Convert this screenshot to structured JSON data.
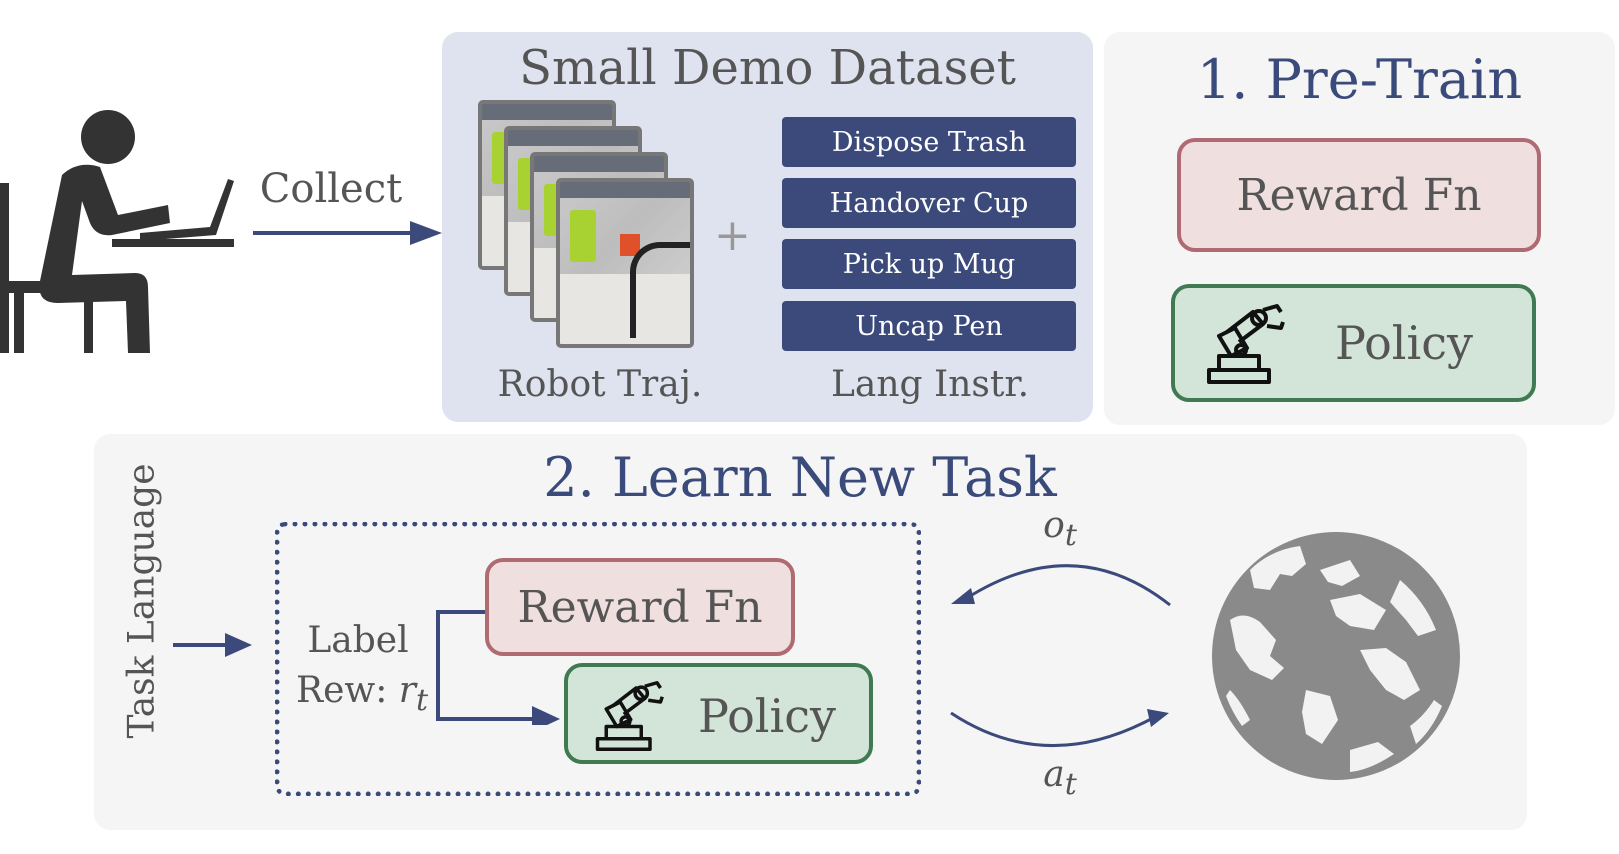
{
  "dataset": {
    "title": "Small Demo Dataset",
    "robot_traj_label": "Robot Traj.",
    "lang_instr_label": "Lang Instr.",
    "plus": "+",
    "instructions": [
      "Dispose Trash",
      "Handover Cup",
      "Pick up Mug",
      "Uncap Pen"
    ]
  },
  "collect": {
    "label": "Collect"
  },
  "pretrain": {
    "title": "1. Pre-Train",
    "reward_label": "Reward Fn",
    "policy_label": "Policy"
  },
  "learn": {
    "title": "2. Learn New Task",
    "task_language": "Task Language",
    "label_line1": "Label",
    "label_line2": "Rew: ",
    "label_var": "r",
    "label_sub": "t",
    "reward_label": "Reward Fn",
    "policy_label": "Policy",
    "obs_var": "o",
    "obs_sub": "t",
    "act_var": "a",
    "act_sub": "t"
  },
  "colors": {
    "navy": "#3b4a7a",
    "reward_fill": "#f0dfdf",
    "reward_border": "#b06a72",
    "policy_fill": "#d3e5d9",
    "policy_border": "#3f7a52"
  }
}
